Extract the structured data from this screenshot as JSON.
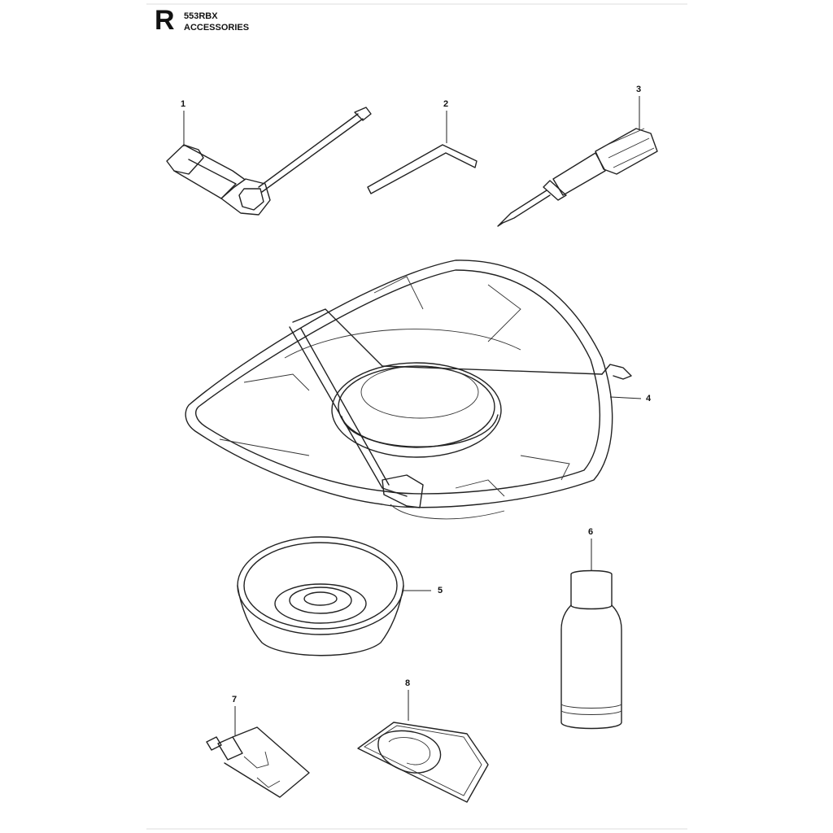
{
  "header": {
    "section_letter": "R",
    "model": "553RBX",
    "section_title": "ACCESSORIES"
  },
  "callouts": [
    {
      "id": "1",
      "part": "combination-spanner"
    },
    {
      "id": "2",
      "part": "hex-key"
    },
    {
      "id": "3",
      "part": "screwdriver"
    },
    {
      "id": "4",
      "part": "blade-guard"
    },
    {
      "id": "5",
      "part": "support-cup"
    },
    {
      "id": "6",
      "part": "oil-bottle"
    },
    {
      "id": "7",
      "part": "grease-tube"
    },
    {
      "id": "8",
      "part": "blade-guard-cover"
    }
  ],
  "colors": {
    "ink": "#222222",
    "background": "#ffffff"
  }
}
